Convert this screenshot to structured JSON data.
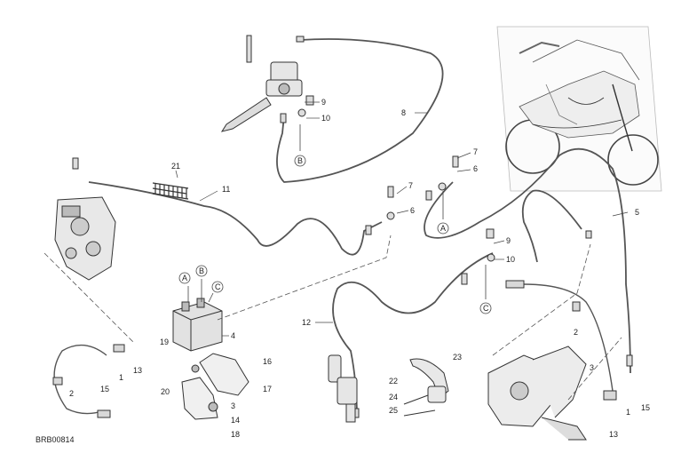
{
  "diagram": {
    "reference_code": "BRB00814",
    "callouts": [
      "1",
      "2",
      "3",
      "4",
      "5",
      "6",
      "7",
      "8",
      "9",
      "10",
      "11",
      "12",
      "13",
      "14",
      "15",
      "16",
      "17",
      "18",
      "19",
      "20",
      "21",
      "22",
      "23",
      "24",
      "25"
    ],
    "connector_letters": [
      "A",
      "B",
      "C"
    ]
  }
}
